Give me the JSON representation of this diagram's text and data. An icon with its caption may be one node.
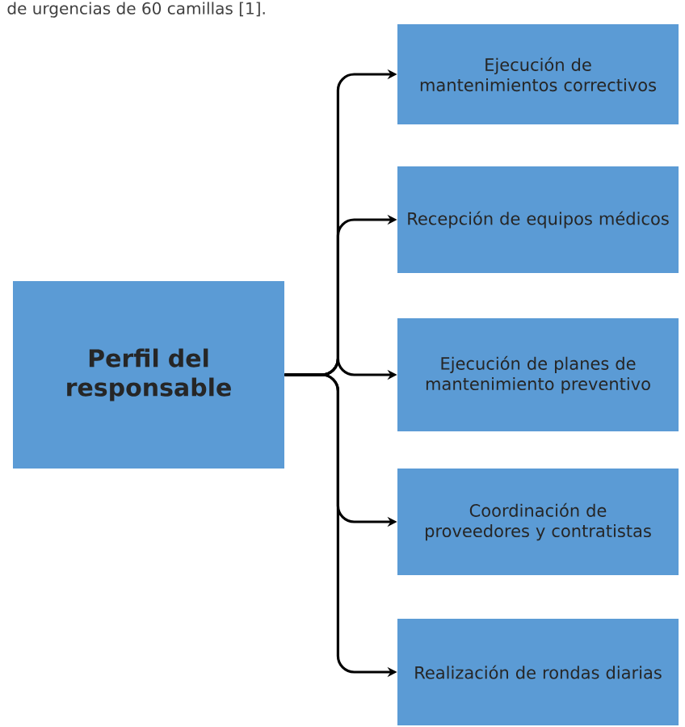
{
  "diagram": {
    "nodes": [
      {
        "text": [
          "Perfil del responsable"
        ]
      },
      {
        "text": [
          "Ejecución de mantenimientos correctivos"
        ]
      },
      {
        "text": [
          "Recepción de equipos médicos"
        ]
      },
      {
        "text": [
          "Ejecución de planes de mantenimiento preventivo"
        ]
      },
      {
        "text": [
          "Coordinación de proveedores y contratistas"
        ]
      },
      {
        "text": [
          "Realización de rondas diarias"
        ]
      }
    ],
    "edges": [
      {
        "from": 0,
        "to": 1,
        "arrow": "to"
      },
      {
        "from": 0,
        "to": 2,
        "arrow": "to"
      },
      {
        "from": 0,
        "to": 3,
        "arrow": "to"
      },
      {
        "from": 0,
        "to": 4,
        "arrow": "to"
      },
      {
        "from": 0,
        "to": 5,
        "arrow": "to"
      }
    ],
    "labels": [
      "de urgencias de 60 camillas [1]."
    ]
  }
}
